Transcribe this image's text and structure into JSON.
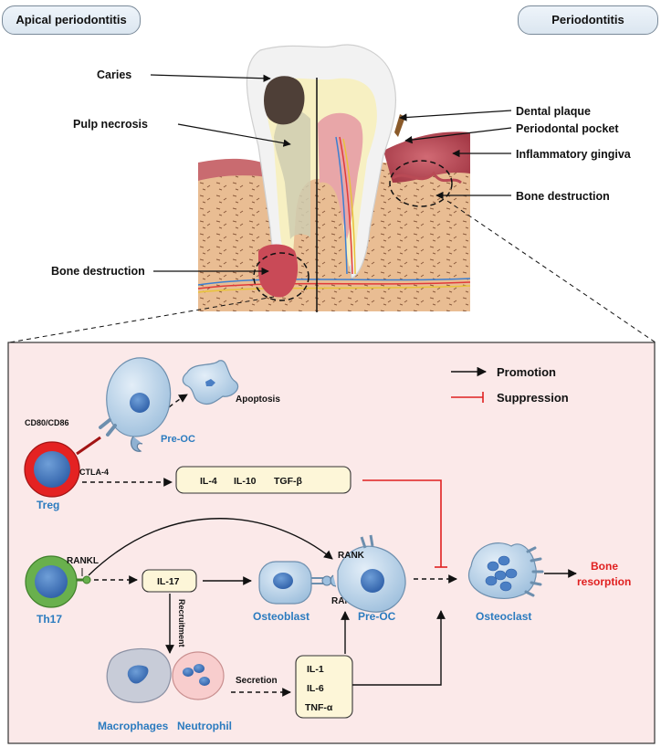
{
  "titles": {
    "left": "Apical periodontitis",
    "right": "Periodontitis"
  },
  "tooth_labels": {
    "caries": "Caries",
    "pulp_necrosis": "Pulp necrosis",
    "bone_destruction_left": "Bone destruction",
    "dental_plaque": "Dental plaque",
    "periodontal_pocket": "Periodontal pocket",
    "inflammatory_gingiva": "Inflammatory gingiva",
    "bone_destruction_right": "Bone destruction"
  },
  "legend": {
    "promotion": "Promotion",
    "suppression": "Suppression"
  },
  "cells": {
    "apoptosis": "Apoptosis",
    "cd80_cd86": "CD80/CD86",
    "pre_oc_top": "Pre-OC",
    "ctla4": "CTLA-4",
    "treg": "Treg",
    "rankl_th17": "RANKL",
    "th17": "Th17",
    "il17": "IL-17",
    "recruitment": "Recruitment",
    "rank": "RANK",
    "rankl_osteoblast": "RANKL",
    "osteoblast": "Osteoblast",
    "pre_oc": "Pre-OC",
    "osteoclast": "Osteoclast",
    "bone_resorption_1": "Bone",
    "bone_resorption_2": "resorption",
    "macrophages": "Macrophages",
    "neutrophil": "Neutrophil",
    "secretion": "Secretion"
  },
  "cytokine_box_top": {
    "il4": "IL-4",
    "il10": "IL-10",
    "tgfb": "TGF-β"
  },
  "cytokine_box_bottom": {
    "il1": "IL-1",
    "il6": "IL-6",
    "tnfa": "TNF-α"
  },
  "colors": {
    "cell_label_blue": "#2b7bbf",
    "suppression_red": "#e02020",
    "panel_fill": "#fbe9e9",
    "box_fill": "#fdf6d8"
  }
}
